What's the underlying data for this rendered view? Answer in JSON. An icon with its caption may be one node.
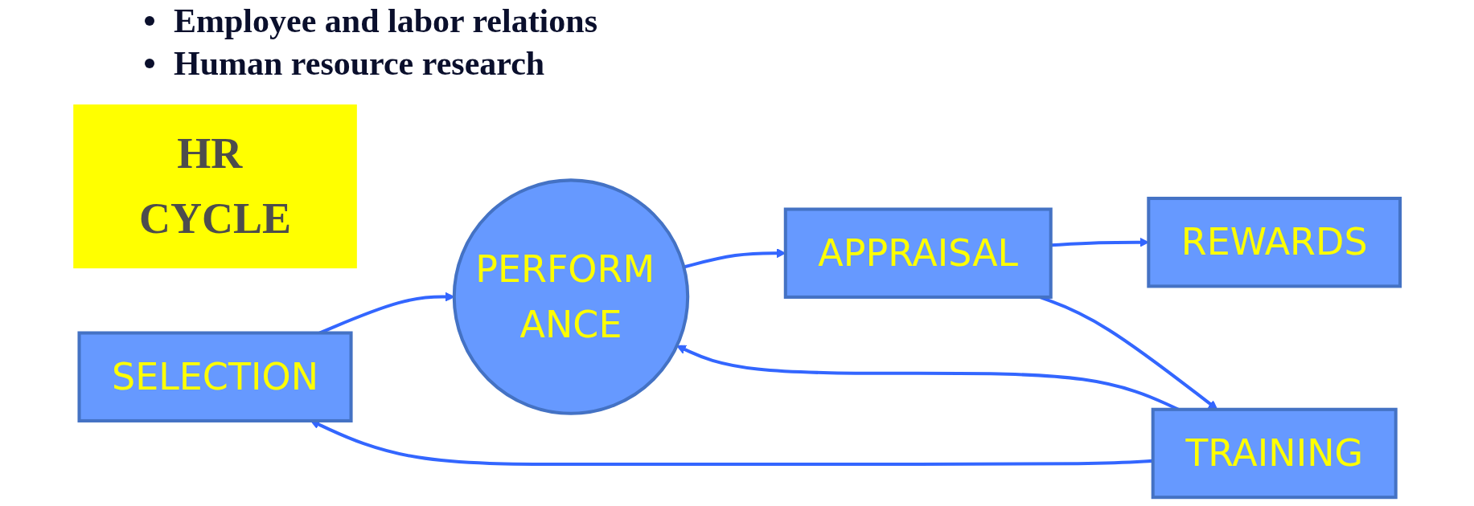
{
  "diagram": {
    "nodes": [
      {
        "text": [
          "HR CYCLE"
        ]
      },
      {
        "text": [
          "SELECTION"
        ]
      },
      {
        "text": [
          "PERFORM ANCE"
        ]
      },
      {
        "text": [
          "APPRAISAL"
        ]
      },
      {
        "text": [
          "REWARDS"
        ]
      },
      {
        "text": [
          "TRAINING"
        ]
      }
    ],
    "edges": [
      {
        "from": 1,
        "to": 2,
        "arrow": "to"
      },
      {
        "from": 2,
        "to": 3,
        "arrow": "to"
      },
      {
        "from": 3,
        "to": 4,
        "arrow": "to"
      },
      {
        "from": 3,
        "to": 5,
        "arrow": "to"
      },
      {
        "from": 5,
        "to": 1,
        "arrow": "to"
      },
      {
        "from": 5,
        "to": 2,
        "arrow": "to"
      }
    ],
    "labels": [
      "Employee and labor relations",
      "Human resource research"
    ]
  }
}
